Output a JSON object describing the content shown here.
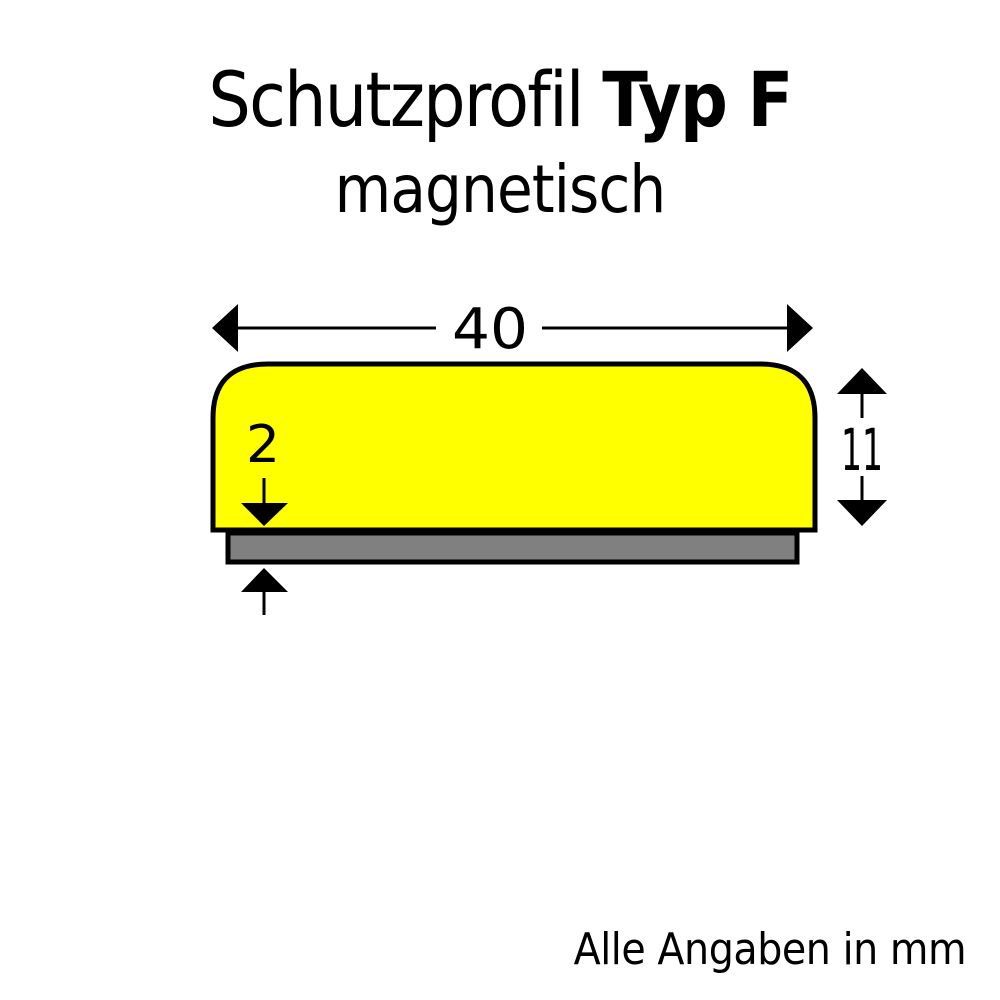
{
  "title": {
    "regular": "Schutzprofil ",
    "bold": "Typ F"
  },
  "subtitle": "magnetisch",
  "dimensions": {
    "width": "40",
    "height": "11",
    "magnet_thickness": "2"
  },
  "footer": "Alle Angaben in mm",
  "colors": {
    "profile_fill": "#ffff00",
    "magnet_fill": "#808080",
    "outline": "#000000",
    "background": "#ffffff"
  }
}
